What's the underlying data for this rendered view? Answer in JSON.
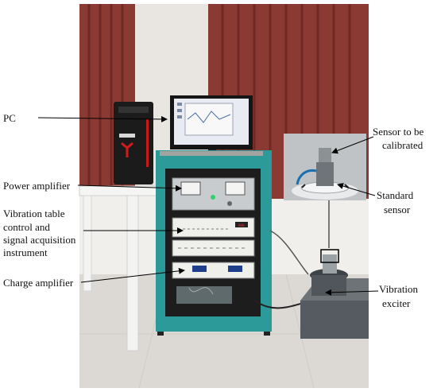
{
  "labels": {
    "pc": "PC",
    "power_amplifier": "Power amplifier",
    "vibration_table_control": [
      "Vibration table",
      "control and",
      "signal acquisition",
      "instrument"
    ],
    "charge_amplifier": "Charge amplifier",
    "sensor_to_be_calibrated": [
      "Sensor to be",
      "calibrated"
    ],
    "standard_sensor": [
      "Standard",
      "sensor"
    ],
    "vibration_exciter": [
      "Vibration",
      "exciter"
    ]
  },
  "colors": {
    "cabinet": "#2b9a98",
    "curtain": "#8a3a32",
    "wall": "#f1efec",
    "floor": "#dcd9d4",
    "exciter": "#6d7377"
  }
}
